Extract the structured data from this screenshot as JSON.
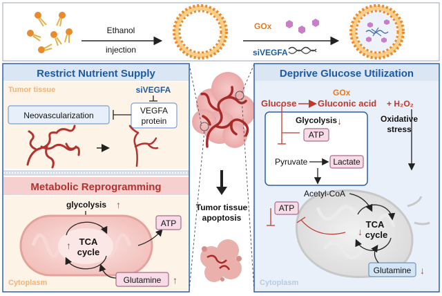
{
  "top": {
    "ethanol_line1": "Ethanol",
    "ethanol_line2": "injection",
    "gox": "GOx",
    "sivegfa": "siVEGFA"
  },
  "left_panel": {
    "title": "Restrict  Nutrient Supply",
    "tumor_tissue": "Tumor tissue",
    "sivegfa": "siVEGFA",
    "vegfa_line1": "VEGFA",
    "vegfa_line2": "protein",
    "neovascularization": "Neovascularization"
  },
  "metabolic": {
    "title": "Metabolic Reprogramming",
    "glycolysis": "glycolysis",
    "atp": "ATP",
    "tca_line1": "TCA",
    "tca_line2": "cycle",
    "glutamine": "Glutamine",
    "cytoplasm": "Cytoplasm"
  },
  "center": {
    "apoptosis_line1": "Tumor tissue",
    "apoptosis_line2": "apoptosis"
  },
  "right_panel": {
    "title": "Deprive Glucose Utilization",
    "gox": "GOx",
    "glucose": "Glucose",
    "gluconic": "Gluconic acid",
    "h2o2": "+ H₂O₂",
    "glycolysis": "Glycolysis",
    "atp": "ATP",
    "pyruvate": "Pyruvate",
    "lactate": "Lactate",
    "oxidative_line1": "Oxidative",
    "oxidative_line2": "stress",
    "acetyl": "Acetyl-CoA",
    "atp2": "ATP",
    "tca_line1": "TCA",
    "tca_line2": "cycle",
    "glutamine": "Glutamine",
    "cytoplasm": "Cytoplasm"
  },
  "colors": {
    "panel_blue": "#1d5aa6",
    "panel_fill": "#e9f0f9",
    "tumor_fill": "#fdf3e6",
    "vessel_red": "#b5312e",
    "accent_red": "#c0392b",
    "orange": "#e57a1f"
  }
}
